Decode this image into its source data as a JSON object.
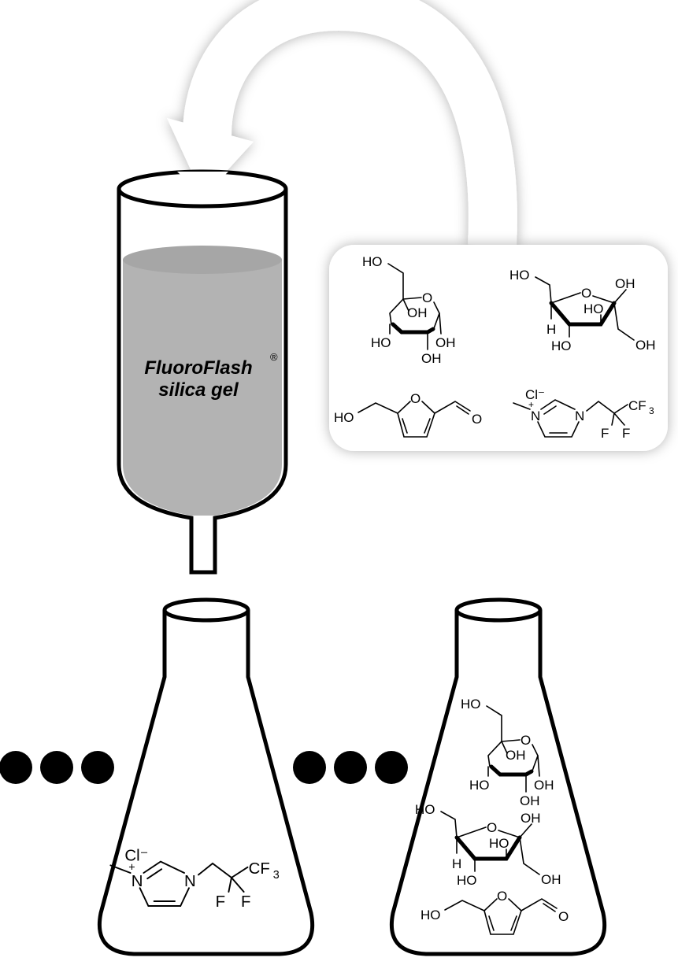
{
  "column": {
    "label_line1": "FluoroFlash",
    "label_mark": "®",
    "label_line2": "silica gel",
    "liquid_color": "#b3b3b3"
  },
  "molecules": {
    "glucose": {
      "ho_top": "HO",
      "oh_ring": "OH",
      "o_ring": "O",
      "ho_left": "HO",
      "oh_right": "OH",
      "oh_bottom": "OH"
    },
    "fructose": {
      "ho_top": "HO",
      "o_ring": "O",
      "oh_top": "OH",
      "ho_mid": "HO",
      "h": "H",
      "ho_bottom": "HO",
      "oh_right": "OH"
    },
    "hmf": {
      "ho": "HO",
      "o_ring": "O",
      "o_ald": "O"
    },
    "ionic_liquid": {
      "cl": "Cl⁻",
      "plus": "+",
      "n1": "N",
      "n3": "N",
      "cf": "CF",
      "three": "3",
      "f1": "F",
      "f2": "F"
    }
  },
  "colors": {
    "ink": "#000000",
    "arrow": "#ffffff",
    "background": "#ffffff"
  }
}
